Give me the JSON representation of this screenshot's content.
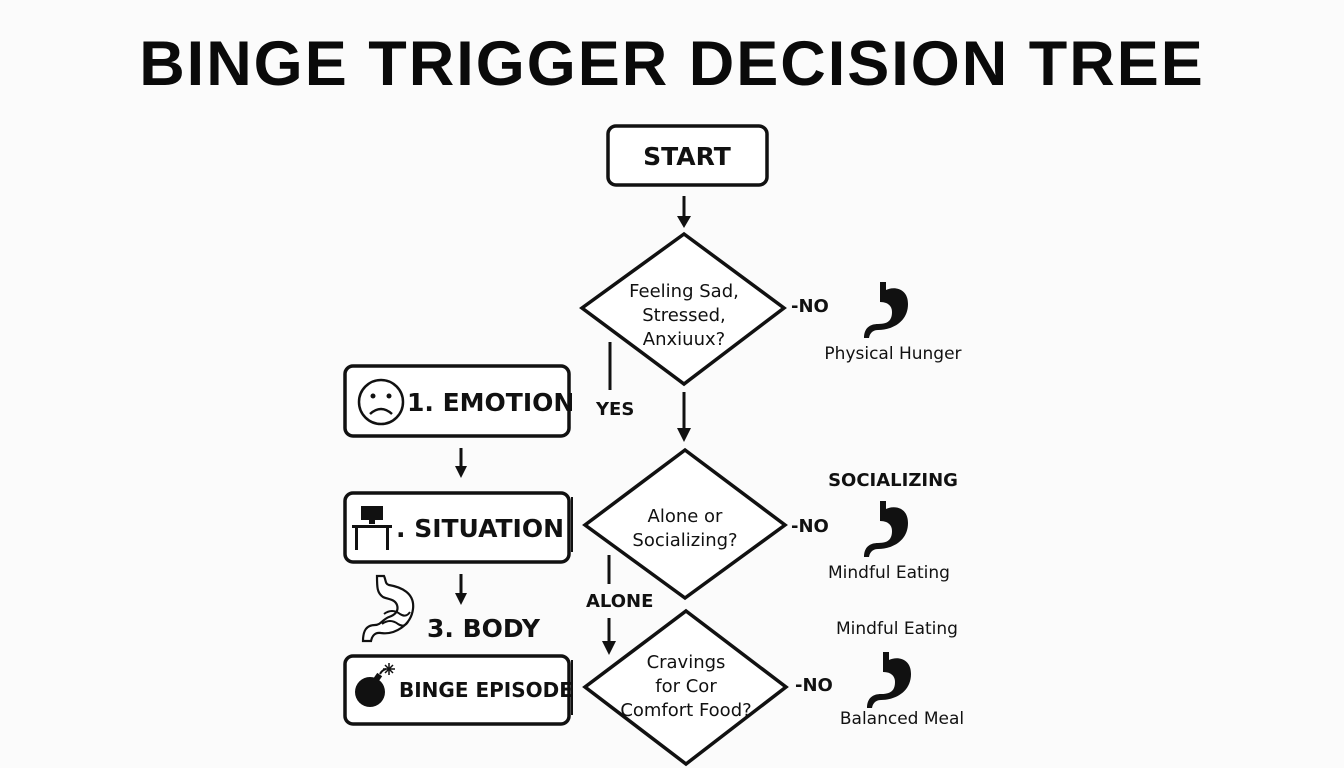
{
  "title": "BINGE TRIGGER DECISION TREE",
  "nodes": {
    "start": "START",
    "q1": [
      "Feeling Sad,",
      "Stressed,",
      "Anxiuux?"
    ],
    "q2": [
      "Alone or",
      "Socializing?"
    ],
    "q3": [
      "Cravings",
      "for Cor",
      "Comfort Food?"
    ],
    "emotion": "1. EMOTION",
    "situation": ". SITUATION",
    "body": "3. BODY",
    "binge": "BINGE EPISODE"
  },
  "labels": {
    "yes": "YES",
    "alone": "ALONE",
    "no1": "-NO",
    "no2": "-NO",
    "no3": "-NO",
    "socializing": "SOCIALIZING",
    "mindful_top": "Mindful Eating"
  },
  "outcomes": [
    {
      "icon": "stomach-icon",
      "label": "Physical Hunger"
    },
    {
      "icon": "stomach-icon",
      "label": "Mindful Eating"
    },
    {
      "icon": "stomach-icon",
      "label": "Balanced Meal"
    }
  ],
  "icons": {
    "emotion": "sad-face-icon",
    "situation": "desk-computer-icon",
    "body": "stomach-outline-icon",
    "binge": "bomb-icon"
  }
}
